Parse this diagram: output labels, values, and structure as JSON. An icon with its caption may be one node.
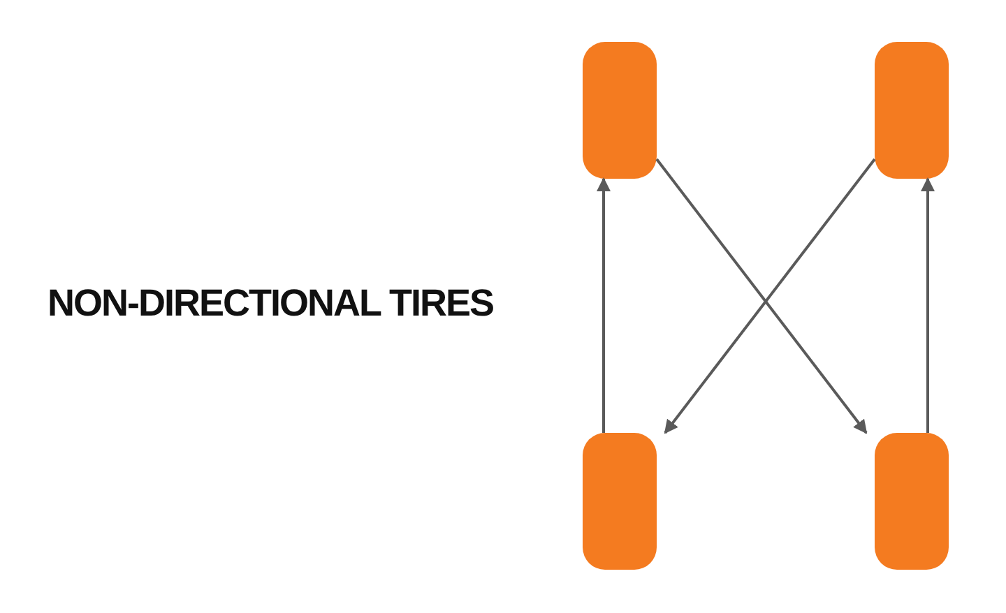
{
  "diagram": {
    "title": "NON-DIRECTIONAL TIRES",
    "nodes": [
      {
        "text": [],
        "shape": "box"
      },
      {
        "text": [],
        "shape": "box"
      },
      {
        "text": [],
        "shape": "box"
      },
      {
        "text": [],
        "shape": "box"
      }
    ],
    "edges": [
      {
        "from": 2,
        "to": 0,
        "arrow": "to"
      },
      {
        "from": 0,
        "to": 3,
        "arrow": "to"
      },
      {
        "from": 1,
        "to": 2,
        "arrow": "to"
      },
      {
        "from": 3,
        "to": 1,
        "arrow": "to"
      }
    ]
  }
}
